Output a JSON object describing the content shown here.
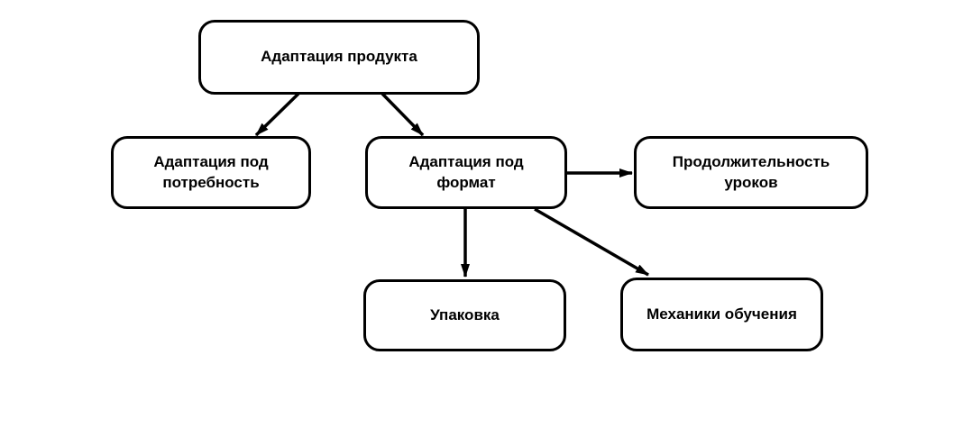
{
  "diagram": {
    "background_color": "#ffffff",
    "stroke_color": "#000000",
    "node_fill_color": "#ffffff",
    "text_color": "#000000",
    "nodes": [
      {
        "id": "product-adaptation",
        "label": "Адаптация продукта"
      },
      {
        "id": "need-adaptation",
        "label": "Адаптация под\nпотребность"
      },
      {
        "id": "format-adaptation",
        "label": "Адаптация под\nформат"
      },
      {
        "id": "lesson-duration",
        "label": "Продолжительность\nуроков"
      },
      {
        "id": "packaging",
        "label": "Упаковка"
      },
      {
        "id": "learning-mechanics",
        "label": "Механики обучения"
      }
    ],
    "edges": [
      {
        "from": "product-adaptation",
        "to": "need-adaptation"
      },
      {
        "from": "product-adaptation",
        "to": "format-adaptation"
      },
      {
        "from": "format-adaptation",
        "to": "lesson-duration"
      },
      {
        "from": "format-adaptation",
        "to": "packaging"
      },
      {
        "from": "format-adaptation",
        "to": "learning-mechanics"
      }
    ]
  }
}
